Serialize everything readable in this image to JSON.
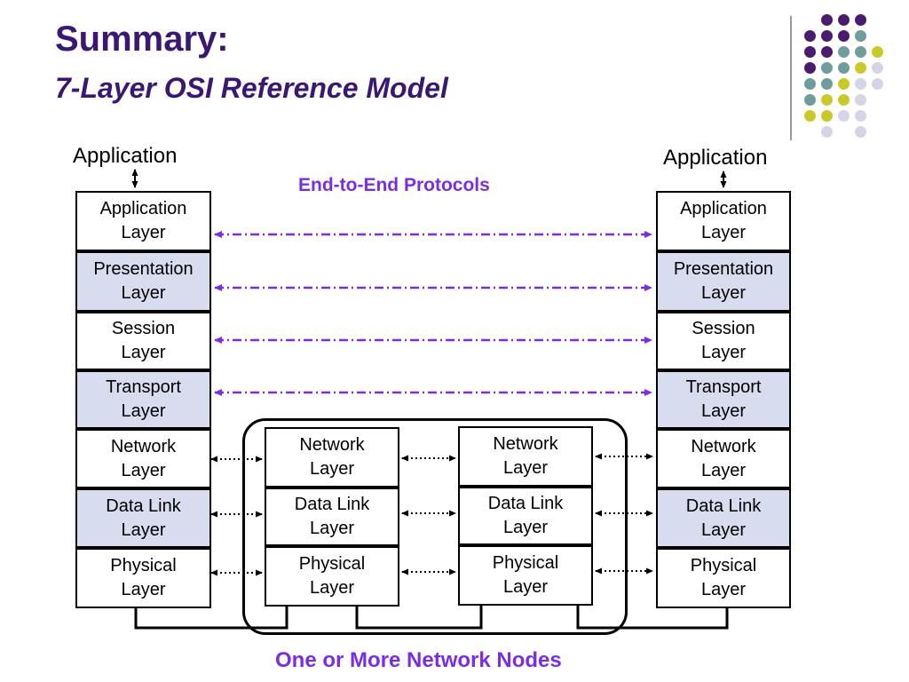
{
  "title": "Summary:",
  "subtitle": "7-Layer OSI Reference Model",
  "application_left": "Application",
  "application_right": "Application",
  "end_to_end_label": "End-to-End Protocols",
  "network_nodes_label": "One or More Network Nodes",
  "layers": {
    "application": "Application\nLayer",
    "presentation": "Presentation\nLayer",
    "session": "Session\nLayer",
    "transport": "Transport\nLayer",
    "network": "Network\nLayer",
    "datalink": "Data Link\nLayer",
    "physical": "Physical\nLayer"
  },
  "colors": {
    "title": "#3a1872",
    "accent": "#7b2ee0",
    "shaded_layer": "#d8dcef",
    "dot_purple": "#4b1c6e",
    "dot_teal": "#6f9c9c",
    "dot_yellow": "#c9c92a",
    "dot_lavender": "#d4d4e6"
  }
}
